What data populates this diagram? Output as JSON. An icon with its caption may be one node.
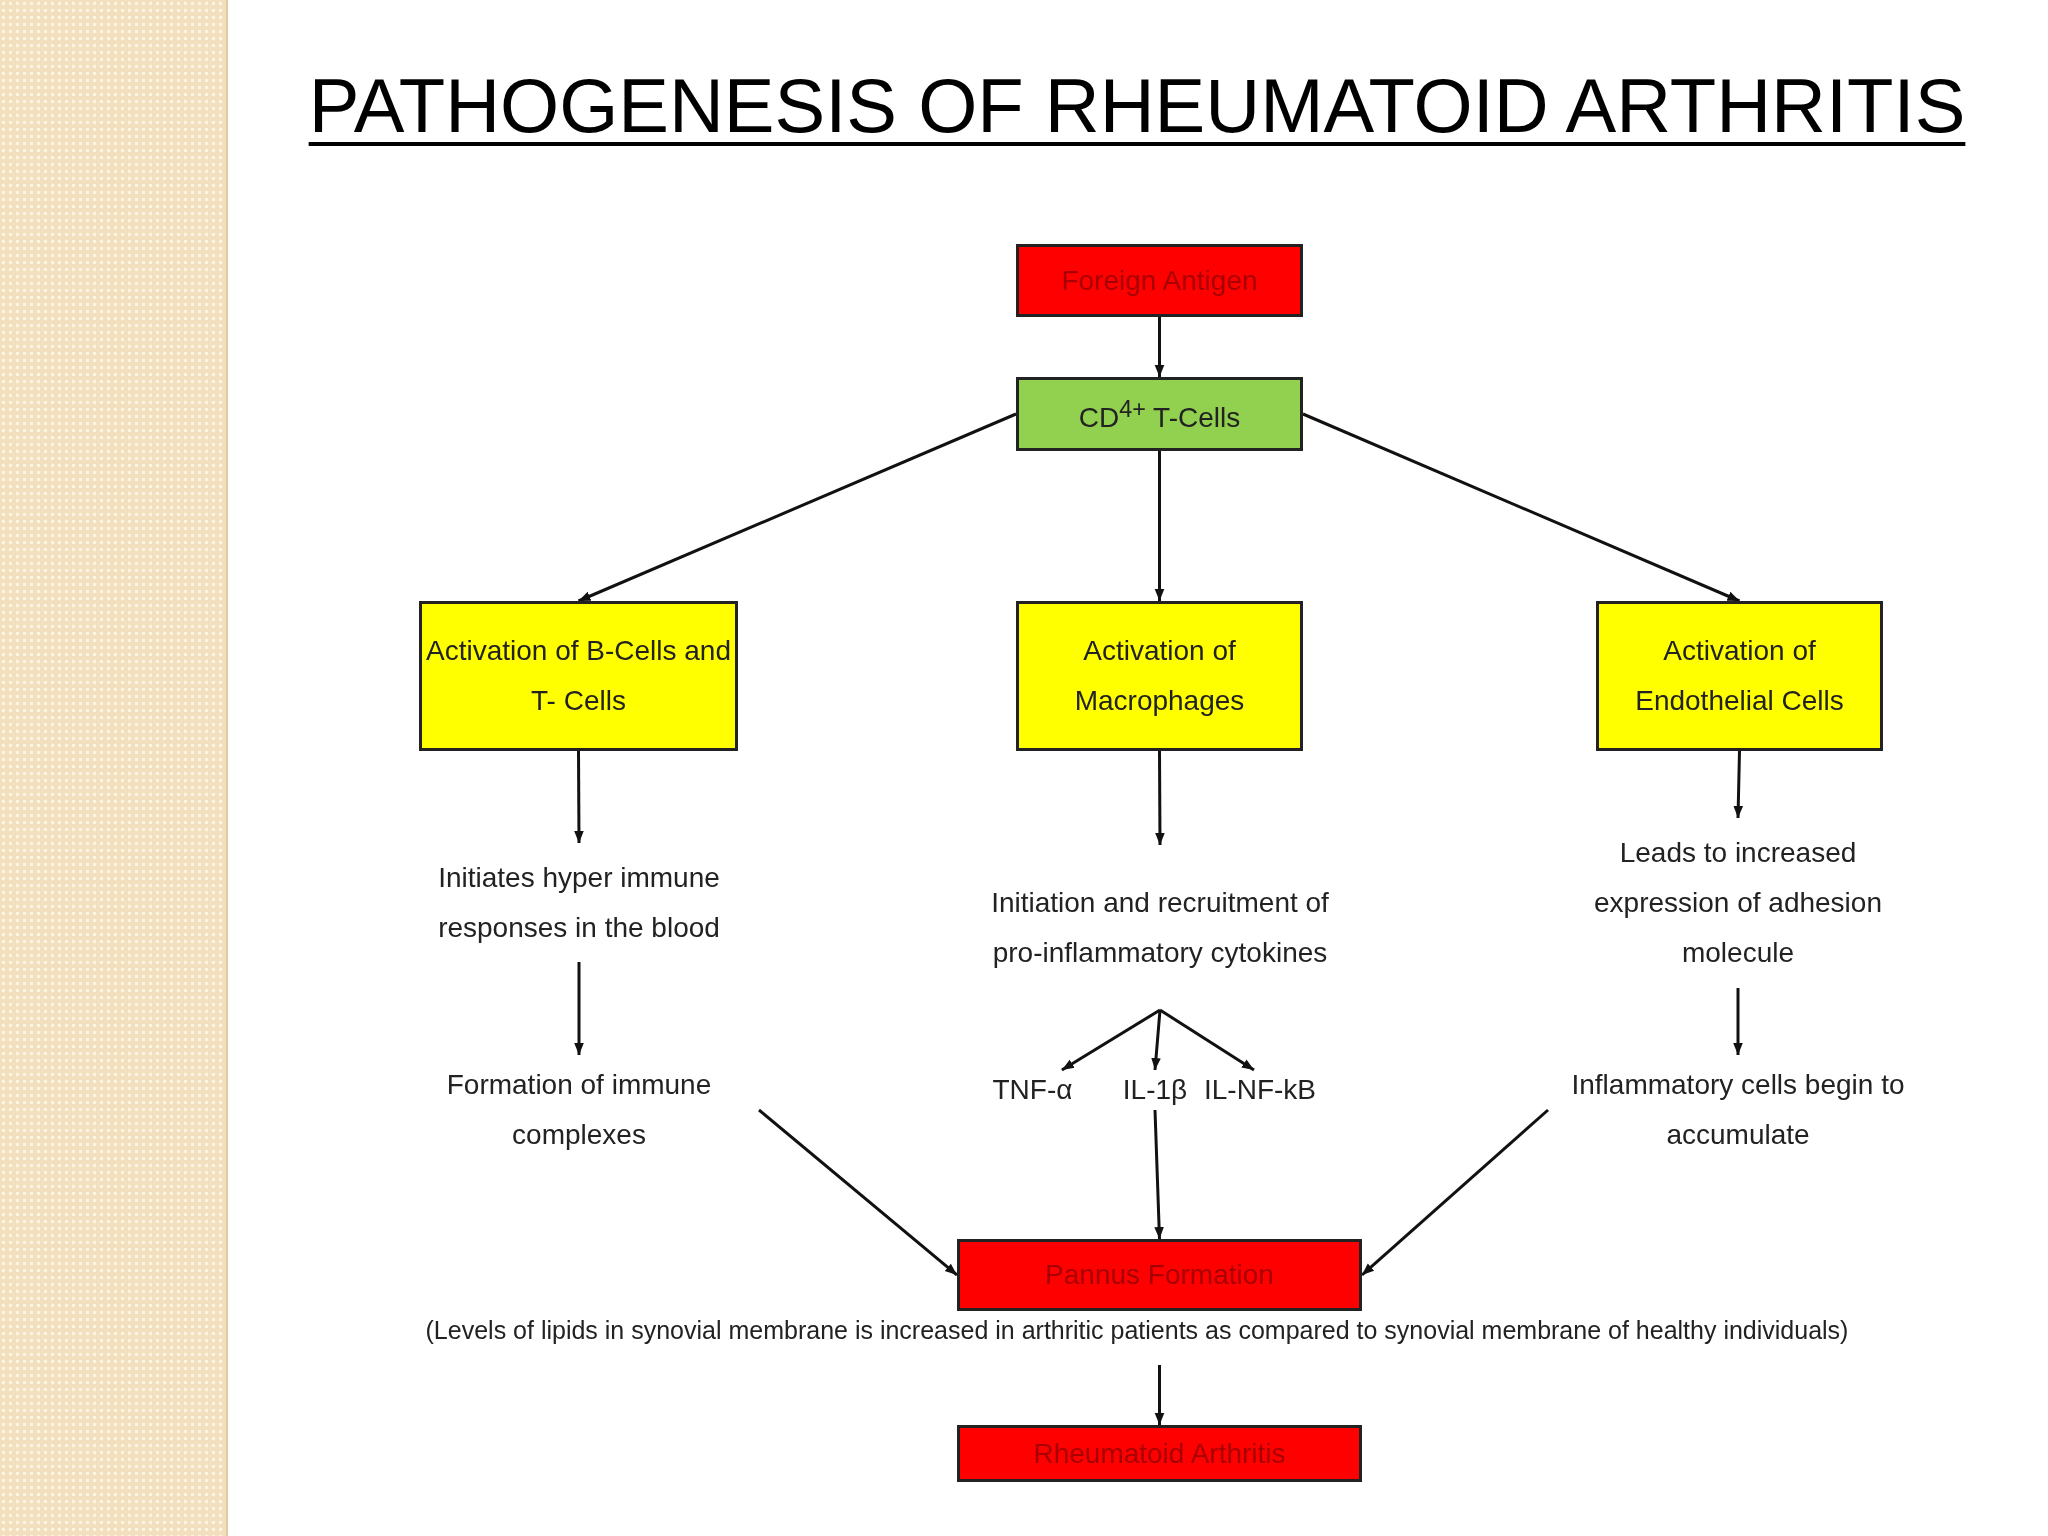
{
  "diagram": {
    "title": "PATHOGENESIS OF RHEUMATOID ARTHRITIS",
    "nodes": [
      {
        "text": [
          "Foreign Antigen"
        ]
      },
      {
        "text": [
          "CD$^{4+}$ T-Cells"
        ]
      },
      {
        "text": [
          "Activation of B-Cells and T- Cells"
        ]
      },
      {
        "text": [
          "Activation of Macrophages"
        ]
      },
      {
        "text": [
          "Activation of Endothelial Cells"
        ]
      },
      {
        "text": [
          "Initiates hyper immune responses in the blood"
        ]
      },
      {
        "text": [
          "Formation of immune complexes"
        ]
      },
      {
        "text": [
          "Initiation and recruitment of pro-inflammatory cytokines"
        ]
      },
      {
        "text": [
          "TNF-α"
        ]
      },
      {
        "text": [
          "IL-1β"
        ]
      },
      {
        "text": [
          "IL-NF-kB"
        ]
      },
      {
        "text": [
          "Leads to increased expression of adhesion molecule"
        ]
      },
      {
        "text": [
          "Inflammatory cells begin to accumulate"
        ]
      },
      {
        "text": [
          "Pannus Formation"
        ],
        "beside": [
          "(Levels of lipids in synovial membrane  is increased in arthritic patients  as compared to synovial membrane  of healthy individuals)"
        ]
      },
      {
        "text": [
          "Rheumatoid Arthritis"
        ]
      }
    ],
    "edges": [
      {
        "from": 0,
        "to": 1,
        "arrow": "to"
      },
      {
        "from": 1,
        "to": 2,
        "arrow": "to"
      },
      {
        "from": 1,
        "to": 3,
        "arrow": "to"
      },
      {
        "from": 1,
        "to": 4,
        "arrow": "to"
      },
      {
        "from": 2,
        "to": 5,
        "arrow": "to"
      },
      {
        "from": 5,
        "to": 6,
        "arrow": "to"
      },
      {
        "from": 3,
        "to": 7,
        "arrow": "to"
      },
      {
        "from": 7,
        "to": 8,
        "arrow": "to"
      },
      {
        "from": 7,
        "to": 9,
        "arrow": "to"
      },
      {
        "from": 7,
        "to": 10,
        "arrow": "to"
      },
      {
        "from": 4,
        "to": 11,
        "arrow": "to"
      },
      {
        "from": 11,
        "to": 12,
        "arrow": "to"
      },
      {
        "from": 6,
        "to": 13,
        "arrow": "to"
      },
      {
        "from": 9,
        "to": 13,
        "arrow": "to"
      },
      {
        "from": 12,
        "to": 13,
        "arrow": "to"
      },
      {
        "from": 13,
        "to": 14,
        "arrow": "to"
      }
    ]
  }
}
